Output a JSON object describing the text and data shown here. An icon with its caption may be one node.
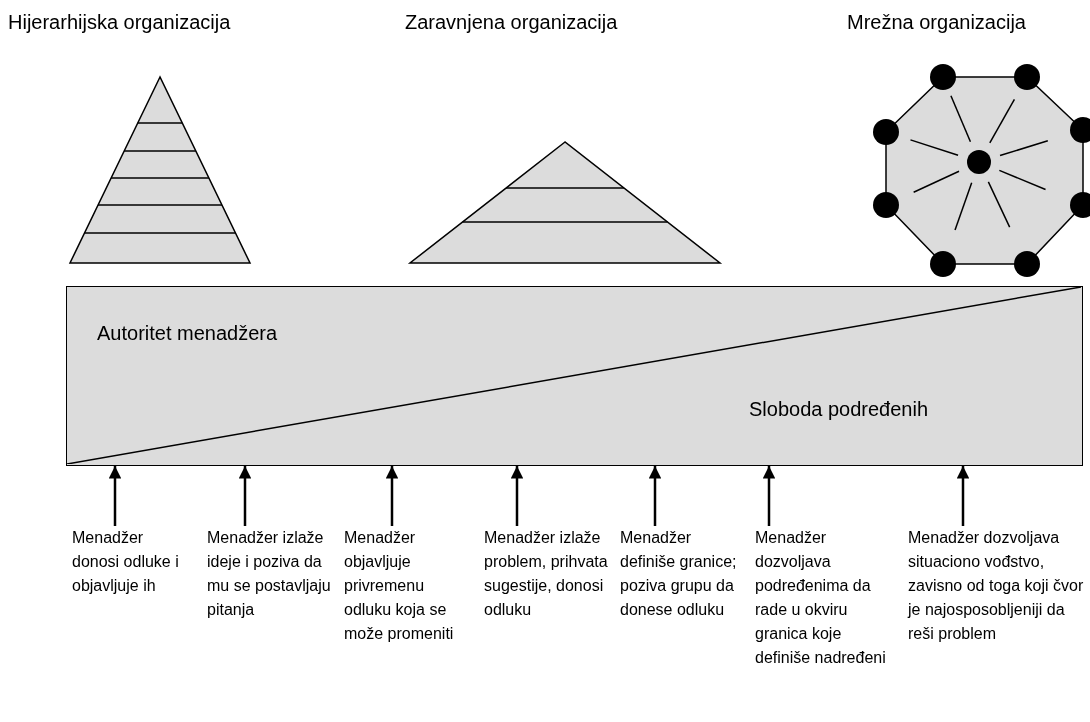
{
  "diagram": {
    "nodes": [
      {
        "text": [
          "Autoritet menadžera",
          "Sloboda podređenih"
        ]
      },
      {
        "text": [
          "Menadžer donosi odluke i objavljuje ih"
        ]
      },
      {
        "text": [
          "Menadžer izlaže ideje i poziva da mu se postavljaju pitanja"
        ]
      },
      {
        "text": [
          "Menadžer objavljuje privremenu odluku koja se može promeniti"
        ]
      },
      {
        "text": [
          "Menadžer izlaže problem, prihvata sugestije, donosi odluku"
        ]
      },
      {
        "text": [
          "Menadžer definiše granice; poziva grupu da donese odluku"
        ]
      },
      {
        "text": [
          "Menadžer dozvoljava podređenima da rade u okviru granica koje definiše nadređeni"
        ]
      },
      {
        "text": [
          "Menadžer dozvoljava situaciono vođstvo, zavisno od toga koji čvor je najosposobljeniji da reši problem"
        ]
      }
    ],
    "edges": [
      {
        "from": 1,
        "to": 0,
        "arrow": "to"
      },
      {
        "from": 2,
        "to": 0,
        "arrow": "to"
      },
      {
        "from": 3,
        "to": 0,
        "arrow": "to"
      },
      {
        "from": 4,
        "to": 0,
        "arrow": "to"
      },
      {
        "from": 5,
        "to": 0,
        "arrow": "to"
      },
      {
        "from": 6,
        "to": 0,
        "arrow": "to"
      },
      {
        "from": 7,
        "to": 0,
        "arrow": "to"
      }
    ],
    "labels": [
      "Hijerarhijska organizacija",
      "Zaravnjena organizacija",
      "Mrežna organizacija"
    ]
  }
}
